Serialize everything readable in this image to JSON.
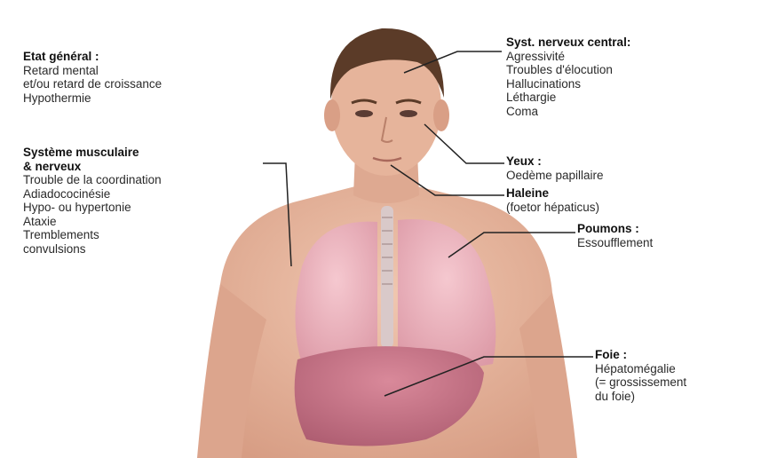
{
  "labels": {
    "etat": {
      "title": "Etat général :",
      "lines": [
        "Retard mental",
        "et/ou retard de croissance",
        "Hypothermie"
      ]
    },
    "muscle": {
      "title_lines": [
        "Système musculaire",
        "& nerveux"
      ],
      "lines": [
        "Trouble de la coordination",
        "Adiadococinésie",
        "Hypo- ou hypertonie",
        "Ataxie",
        "Tremblements",
        "convulsions"
      ]
    },
    "snc": {
      "title": "Syst. nerveux central:",
      "lines": [
        "Agressivité",
        "Troubles d'élocution",
        "Hallucinations",
        "Léthargie",
        "Coma"
      ]
    },
    "yeux": {
      "title": "Yeux :",
      "lines": [
        "Oedème papillaire"
      ]
    },
    "haleine": {
      "title": "Haleine",
      "lines": [
        "(foetor hépaticus)"
      ]
    },
    "poumons": {
      "title": "Poumons :",
      "lines": [
        "Essoufflement"
      ]
    },
    "foie": {
      "title": "Foie :",
      "lines": [
        "Hépatomégalie",
        "(= grossissement",
        "du foie)"
      ]
    }
  },
  "colors": {
    "skin": "#e7b79e",
    "skin_shadow": "#c98f78",
    "hair": "#5b3b28",
    "lung": "#efb3c0",
    "lung_dark": "#d88a9c",
    "liver": "#c76f82",
    "liver_dark": "#a9566a",
    "trachea": "#d9c9c9",
    "leader": "#222222"
  }
}
